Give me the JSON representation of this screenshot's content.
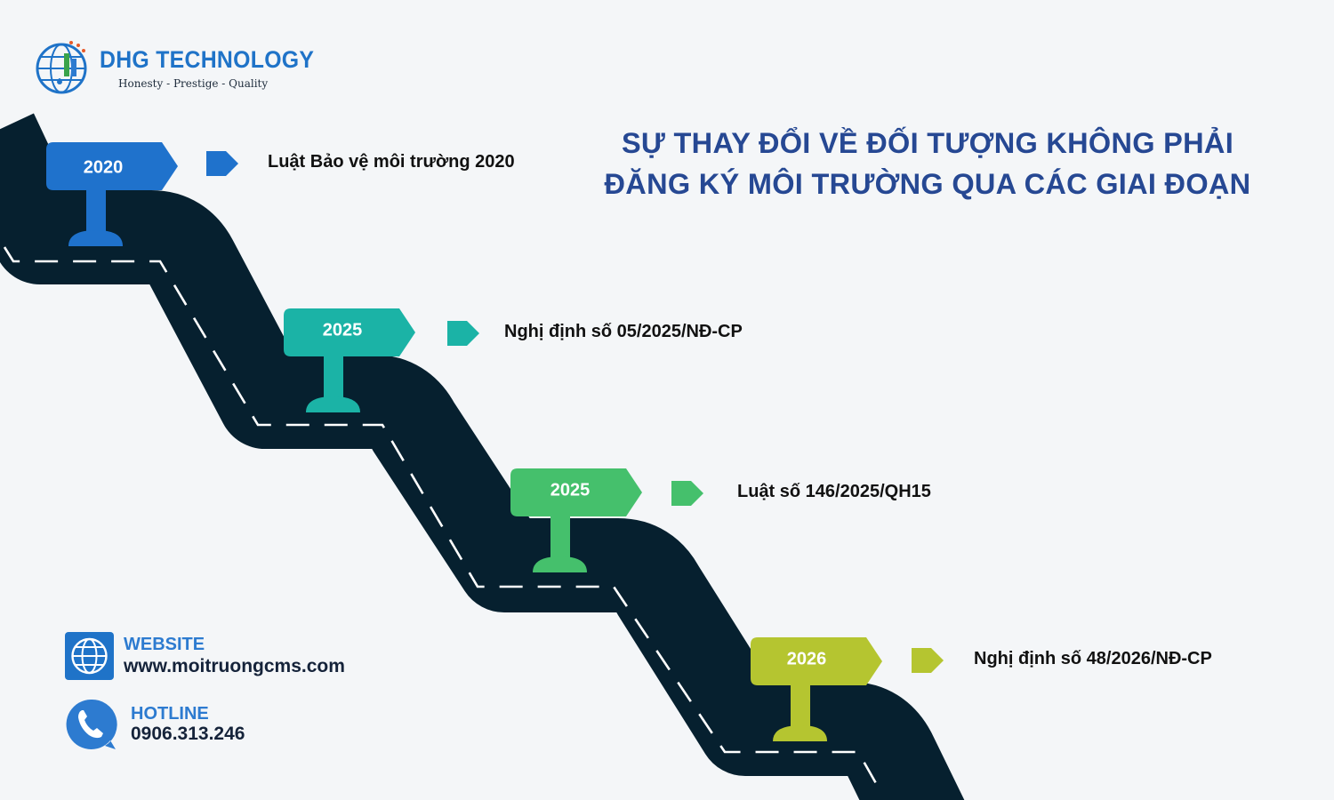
{
  "brand": {
    "name": "DHG TECHNOLOGY",
    "tagline": "Honesty - Prestige - Quality"
  },
  "title": {
    "line1": "SỰ THAY ĐỔI VỀ ĐỐI TƯỢNG KHÔNG PHẢI",
    "line2": "ĐĂNG KÝ MÔI TRƯỜNG QUA CÁC GIAI ĐOẠN"
  },
  "milestones": [
    {
      "year": "2020",
      "label": "Luật Bảo vệ môi trường 2020",
      "color": "#1f72cc"
    },
    {
      "year": "2025",
      "label": "Nghị định số 05/2025/NĐ-CP",
      "color": "#1bb3a6"
    },
    {
      "year": "2025",
      "label": "Luật số 146/2025/QH15",
      "color": "#45c06c"
    },
    {
      "year": "2026",
      "label": "Nghị định số 48/2026/NĐ-CP",
      "color": "#b5c530"
    }
  ],
  "contact": {
    "website_heading": "WEBSITE",
    "website_url": "www.moitruongcms.com",
    "hotline_heading": "HOTLINE",
    "hotline_number": "0906.313.246"
  },
  "colors": {
    "road": "#06202f",
    "title": "#264893",
    "brand": "#1f73c8"
  },
  "icons": {
    "website": "globe-icon",
    "hotline": "phone-icon"
  }
}
